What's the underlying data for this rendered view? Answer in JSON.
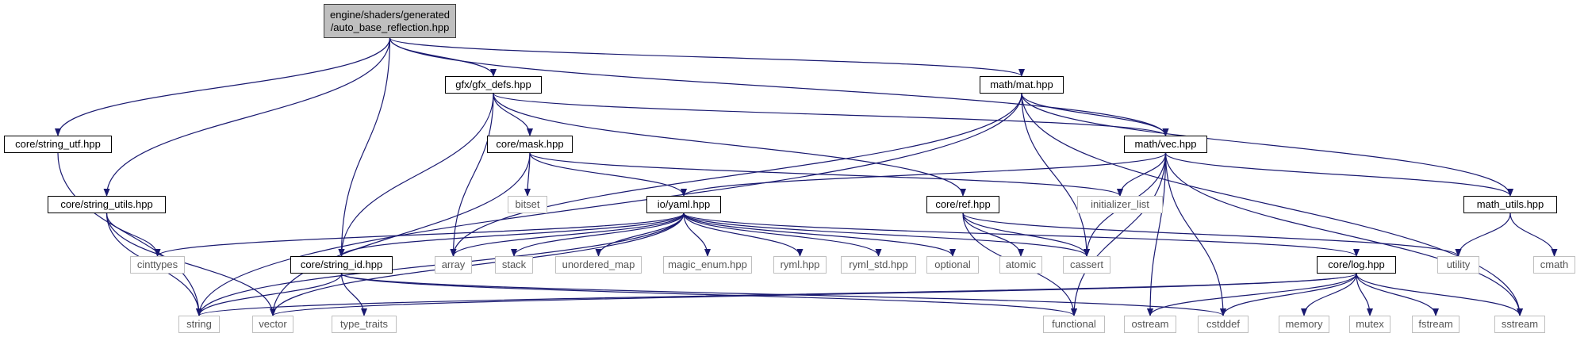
{
  "graph": {
    "title": "engine/shaders/generated/auto_base_reflection.hpp",
    "edge_color": "#191970",
    "root_fill": "#bfbfbf",
    "external_border": "#bfbfbf",
    "nodes": [
      {
        "id": "root",
        "lines": [
          "engine/shaders/generated",
          "/auto_base_reflection.hpp"
        ],
        "kind": "root"
      },
      {
        "id": "gfx_defs",
        "lines": [
          "gfx/gfx_defs.hpp"
        ],
        "kind": "internal"
      },
      {
        "id": "math_mat",
        "lines": [
          "math/mat.hpp"
        ],
        "kind": "internal"
      },
      {
        "id": "string_utf",
        "lines": [
          "core/string_utf.hpp"
        ],
        "kind": "internal"
      },
      {
        "id": "core_mask",
        "lines": [
          "core/mask.hpp"
        ],
        "kind": "internal"
      },
      {
        "id": "math_vec",
        "lines": [
          "math/vec.hpp"
        ],
        "kind": "internal"
      },
      {
        "id": "string_utils",
        "lines": [
          "core/string_utils.hpp"
        ],
        "kind": "internal"
      },
      {
        "id": "bitset",
        "lines": [
          "bitset"
        ],
        "kind": "external"
      },
      {
        "id": "init_list",
        "lines": [
          "initializer_list"
        ],
        "kind": "external"
      },
      {
        "id": "io_yaml",
        "lines": [
          "io/yaml.hpp"
        ],
        "kind": "internal"
      },
      {
        "id": "core_ref",
        "lines": [
          "core/ref.hpp"
        ],
        "kind": "internal"
      },
      {
        "id": "math_utils",
        "lines": [
          "math_utils.hpp"
        ],
        "kind": "internal"
      },
      {
        "id": "cinttypes",
        "lines": [
          "cinttypes"
        ],
        "kind": "external"
      },
      {
        "id": "string_id",
        "lines": [
          "core/string_id.hpp"
        ],
        "kind": "internal"
      },
      {
        "id": "array",
        "lines": [
          "array"
        ],
        "kind": "external"
      },
      {
        "id": "stack",
        "lines": [
          "stack"
        ],
        "kind": "external"
      },
      {
        "id": "unordered_map",
        "lines": [
          "unordered_map"
        ],
        "kind": "external"
      },
      {
        "id": "magic_enum",
        "lines": [
          "magic_enum.hpp"
        ],
        "kind": "external"
      },
      {
        "id": "ryml",
        "lines": [
          "ryml.hpp"
        ],
        "kind": "external"
      },
      {
        "id": "ryml_std",
        "lines": [
          "ryml_std.hpp"
        ],
        "kind": "external"
      },
      {
        "id": "optional",
        "lines": [
          "optional"
        ],
        "kind": "external"
      },
      {
        "id": "atomic",
        "lines": [
          "atomic"
        ],
        "kind": "external"
      },
      {
        "id": "cassert",
        "lines": [
          "cassert"
        ],
        "kind": "external"
      },
      {
        "id": "core_log",
        "lines": [
          "core/log.hpp"
        ],
        "kind": "internal"
      },
      {
        "id": "utility",
        "lines": [
          "utility"
        ],
        "kind": "external"
      },
      {
        "id": "cmath",
        "lines": [
          "cmath"
        ],
        "kind": "external"
      },
      {
        "id": "string",
        "lines": [
          "string"
        ],
        "kind": "external"
      },
      {
        "id": "vector",
        "lines": [
          "vector"
        ],
        "kind": "external"
      },
      {
        "id": "type_traits",
        "lines": [
          "type_traits"
        ],
        "kind": "external"
      },
      {
        "id": "functional",
        "lines": [
          "functional"
        ],
        "kind": "external"
      },
      {
        "id": "ostream",
        "lines": [
          "ostream"
        ],
        "kind": "external"
      },
      {
        "id": "cstddef",
        "lines": [
          "cstddef"
        ],
        "kind": "external"
      },
      {
        "id": "memory",
        "lines": [
          "memory"
        ],
        "kind": "external"
      },
      {
        "id": "mutex",
        "lines": [
          "mutex"
        ],
        "kind": "external"
      },
      {
        "id": "fstream",
        "lines": [
          "fstream"
        ],
        "kind": "external"
      },
      {
        "id": "sstream",
        "lines": [
          "sstream"
        ],
        "kind": "external"
      }
    ],
    "edges": [
      [
        "root",
        "gfx_defs"
      ],
      [
        "root",
        "math_mat"
      ],
      [
        "root",
        "string_utf"
      ],
      [
        "root",
        "string_utils"
      ],
      [
        "root",
        "string_id"
      ],
      [
        "root",
        "math_vec"
      ],
      [
        "gfx_defs",
        "core_mask"
      ],
      [
        "gfx_defs",
        "math_vec"
      ],
      [
        "gfx_defs",
        "core_ref"
      ],
      [
        "gfx_defs",
        "string_id"
      ],
      [
        "gfx_defs",
        "array"
      ],
      [
        "math_mat",
        "math_vec"
      ],
      [
        "math_mat",
        "math_utils"
      ],
      [
        "math_mat",
        "string"
      ],
      [
        "math_mat",
        "array"
      ],
      [
        "math_mat",
        "cassert"
      ],
      [
        "math_mat",
        "sstream"
      ],
      [
        "string_utf",
        "string"
      ],
      [
        "core_mask",
        "bitset"
      ],
      [
        "core_mask",
        "init_list"
      ],
      [
        "core_mask",
        "io_yaml"
      ],
      [
        "core_mask",
        "vector"
      ],
      [
        "math_vec",
        "io_yaml"
      ],
      [
        "math_vec",
        "init_list"
      ],
      [
        "math_vec",
        "math_utils"
      ],
      [
        "math_vec",
        "cassert"
      ],
      [
        "math_vec",
        "functional"
      ],
      [
        "math_vec",
        "ostream"
      ],
      [
        "math_vec",
        "cstddef"
      ],
      [
        "math_vec",
        "sstream"
      ],
      [
        "string_utils",
        "cinttypes"
      ],
      [
        "string_utils",
        "string"
      ],
      [
        "string_utils",
        "vector"
      ],
      [
        "io_yaml",
        "cinttypes"
      ],
      [
        "io_yaml",
        "string_id"
      ],
      [
        "io_yaml",
        "array"
      ],
      [
        "io_yaml",
        "stack"
      ],
      [
        "io_yaml",
        "unordered_map"
      ],
      [
        "io_yaml",
        "magic_enum"
      ],
      [
        "io_yaml",
        "ryml"
      ],
      [
        "io_yaml",
        "ryml_std"
      ],
      [
        "io_yaml",
        "optional"
      ],
      [
        "io_yaml",
        "cassert"
      ],
      [
        "io_yaml",
        "core_log"
      ],
      [
        "io_yaml",
        "string"
      ],
      [
        "io_yaml",
        "vector"
      ],
      [
        "core_ref",
        "atomic"
      ],
      [
        "core_ref",
        "cassert"
      ],
      [
        "core_ref",
        "functional"
      ],
      [
        "core_ref",
        "utility"
      ],
      [
        "math_utils",
        "utility"
      ],
      [
        "math_utils",
        "cmath"
      ],
      [
        "string_id",
        "string"
      ],
      [
        "string_id",
        "type_traits"
      ],
      [
        "string_id",
        "functional"
      ],
      [
        "string_id",
        "cstddef"
      ],
      [
        "core_log",
        "string"
      ],
      [
        "core_log",
        "vector"
      ],
      [
        "core_log",
        "ostream"
      ],
      [
        "core_log",
        "cstddef"
      ],
      [
        "core_log",
        "memory"
      ],
      [
        "core_log",
        "mutex"
      ],
      [
        "core_log",
        "fstream"
      ],
      [
        "core_log",
        "sstream"
      ]
    ]
  }
}
